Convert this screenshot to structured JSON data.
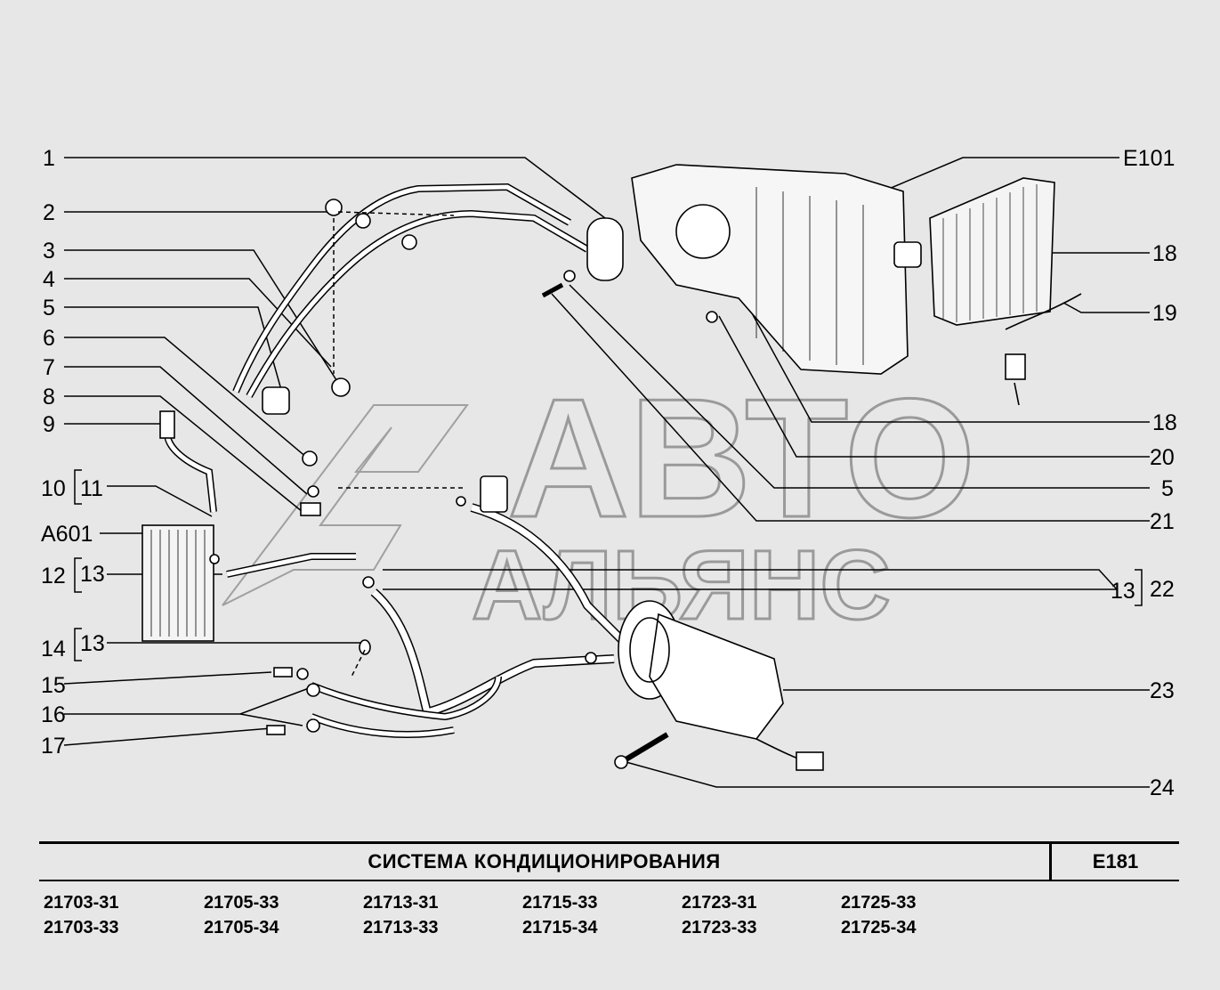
{
  "watermark": {
    "line1": "АВТО",
    "line2": "АЛЬЯНС"
  },
  "callouts_left": [
    "1",
    "2",
    "3",
    "4",
    "5",
    "6",
    "7",
    "8",
    "9",
    "10",
    "11",
    "A601",
    "12",
    "13",
    "14",
    "13",
    "15",
    "16",
    "17"
  ],
  "callouts_right": [
    "E101",
    "18",
    "19",
    "18",
    "20",
    "5",
    "21",
    "13",
    "22",
    "23",
    "24"
  ],
  "title": "СИСТЕМА  КОНДИЦИОНИРОВАНИЯ",
  "code": "E181",
  "models": [
    [
      "21703-31",
      "21703-33"
    ],
    [
      "21705-33",
      "21705-34"
    ],
    [
      "21713-31",
      "21713-33"
    ],
    [
      "21715-33",
      "21715-34"
    ],
    [
      "21723-31",
      "21723-33"
    ],
    [
      "21725-33",
      "21725-34"
    ]
  ]
}
